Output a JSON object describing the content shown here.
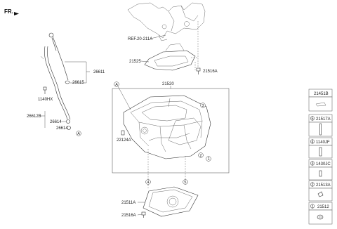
{
  "header": {
    "fr_label": "FR."
  },
  "engine": {
    "ref_label": "REF.20-211A"
  },
  "labels": {
    "skid_plate": "21525",
    "bolt_upper": "21516A",
    "oil_pan": "21520",
    "sensor": "22124A",
    "lower_pan": "21511A",
    "bolt_lower": "21516A",
    "dipstick_assy": "26611",
    "dipstick_seal": "26615",
    "bolt_1140hx": "1140HX",
    "guide": "26612B",
    "oring_1": "26614",
    "oring_2": "26614"
  },
  "callouts": {
    "a_top": "A",
    "a_bottom": "A",
    "c1": "1",
    "c2": "2",
    "c3": "3",
    "c4": "4",
    "c5": "5"
  },
  "legend": [
    {
      "num": "",
      "code": "21451B"
    },
    {
      "num": "5",
      "code": "21517A"
    },
    {
      "num": "4",
      "code": "1140JF"
    },
    {
      "num": "3",
      "code": "1430JC"
    },
    {
      "num": "2",
      "code": "21513A"
    },
    {
      "num": "1",
      "code": "21512"
    }
  ]
}
